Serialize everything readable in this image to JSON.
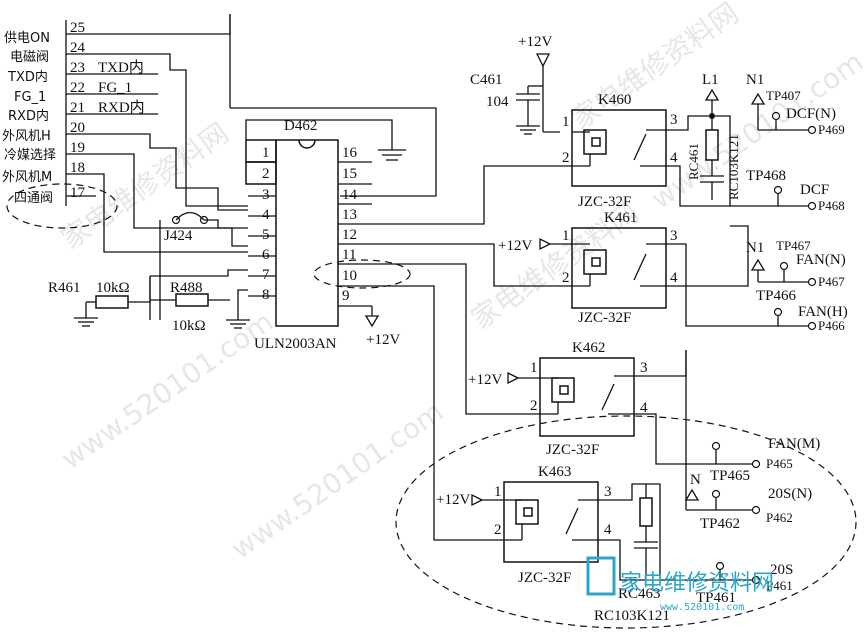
{
  "ic": {
    "name": "D462",
    "part": "ULN2003AN",
    "pin_numbers": [
      "1",
      "2",
      "3",
      "4",
      "5",
      "6",
      "7",
      "8",
      "9",
      "10",
      "11",
      "12",
      "13",
      "14",
      "15",
      "16"
    ]
  },
  "connector": {
    "pins": [
      "25",
      "24",
      "23",
      "22",
      "21",
      "20",
      "19",
      "18",
      "17"
    ],
    "labels": [
      "供电ON",
      "电磁阀",
      "TXD内",
      "FG_1",
      "RXD内",
      "外风机H",
      "冷媒选择",
      "外风机M",
      "四通阀"
    ],
    "net_labels": [
      "TXD内",
      "FG_1",
      "RXD内"
    ]
  },
  "jumper": "J424",
  "resistors": {
    "r461": "R461",
    "r461_val": "10kΩ",
    "r488": "R488",
    "r488_val": "10kΩ"
  },
  "capacitor": {
    "name": "C461",
    "value": "104"
  },
  "supply": "+12V",
  "relays": [
    {
      "name": "K460",
      "type": "JZC-32F"
    },
    {
      "name": "K461",
      "type": "JZC-32F"
    },
    {
      "name": "K462",
      "type": "JZC-32F"
    },
    {
      "name": "K463",
      "type": "JZC-32F"
    }
  ],
  "relay_pins": [
    "1",
    "2",
    "3",
    "4"
  ],
  "rc": {
    "rc461": "RC461",
    "rc461_part": "RC103K121",
    "rc463": "RC463",
    "rc463_part": "RC103K121"
  },
  "line": {
    "l1": "L1",
    "n1": "N1",
    "n": "N"
  },
  "outputs": {
    "tp407": "TP407",
    "dcfn": "DCF(N)",
    "p469": "P469",
    "tp468": "TP468",
    "dcf": "DCF",
    "p468": "P468",
    "tp467": "TP467",
    "fann": "FAN(N)",
    "p467": "P467",
    "tp466": "TP466",
    "fanh": "FAN(H)",
    "p466": "P466",
    "fanm": "FAN(M)",
    "tp465": "TP465",
    "p465": "P465",
    "s20n": "20S(N)",
    "tp462": "TP462",
    "p462": "P462",
    "s20": "20S",
    "tp461": "TP461",
    "p461": "P461"
  },
  "watermark": {
    "text": "家电维修资料网",
    "url": "www.520101.com"
  },
  "logo": {
    "text": "家电维修资料网",
    "url": "www.520101.com"
  }
}
